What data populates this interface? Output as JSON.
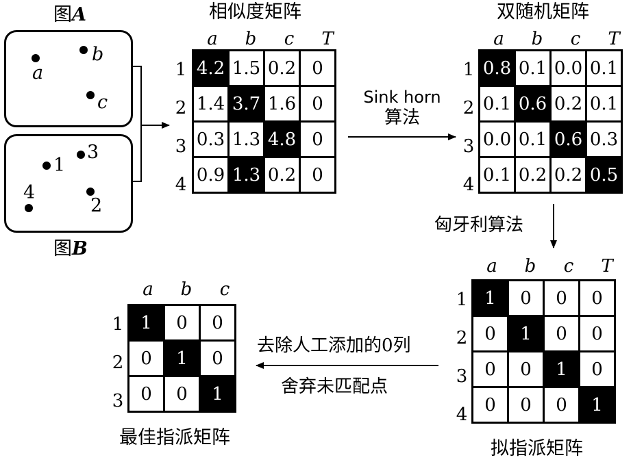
{
  "figureA": {
    "title_prefix": "图",
    "title_letter": "A",
    "points": [
      "a",
      "b",
      "c"
    ]
  },
  "figureB": {
    "title_prefix": "图",
    "title_letter": "B",
    "points": [
      "1",
      "3",
      "4",
      "2"
    ]
  },
  "similarity": {
    "title": "相似度矩阵",
    "cols": [
      "a",
      "b",
      "c",
      "T"
    ],
    "rows": [
      "1",
      "2",
      "3",
      "4"
    ],
    "cells": [
      [
        "4.2",
        "1.5",
        "0.2",
        "0"
      ],
      [
        "1.4",
        "3.7",
        "1.6",
        "0"
      ],
      [
        "0.3",
        "1.3",
        "4.8",
        "0"
      ],
      [
        "0.9",
        "1.3",
        "0.2",
        "0"
      ]
    ],
    "highlight": [
      [
        0,
        0
      ],
      [
        1,
        1
      ],
      [
        2,
        2
      ],
      [
        3,
        1
      ]
    ]
  },
  "doubly_stochastic": {
    "title": "双随机矩阵",
    "cols": [
      "a",
      "b",
      "c",
      "T"
    ],
    "rows": [
      "1",
      "2",
      "3",
      "4"
    ],
    "cells": [
      [
        "0.8",
        "0.1",
        "0.0",
        "0.1"
      ],
      [
        "0.1",
        "0.6",
        "0.2",
        "0.1"
      ],
      [
        "0.0",
        "0.1",
        "0.6",
        "0.3"
      ],
      [
        "0.1",
        "0.2",
        "0.2",
        "0.5"
      ]
    ],
    "highlight": [
      [
        0,
        0
      ],
      [
        1,
        1
      ],
      [
        2,
        2
      ],
      [
        3,
        3
      ]
    ]
  },
  "proposed_assignment": {
    "title": "拟指派矩阵",
    "cols": [
      "a",
      "b",
      "c",
      "T"
    ],
    "rows": [
      "1",
      "2",
      "3",
      "4"
    ],
    "cells": [
      [
        "1",
        "0",
        "0",
        "0"
      ],
      [
        "0",
        "1",
        "0",
        "0"
      ],
      [
        "0",
        "0",
        "1",
        "0"
      ],
      [
        "0",
        "0",
        "0",
        "1"
      ]
    ],
    "highlight": [
      [
        0,
        0
      ],
      [
        1,
        1
      ],
      [
        2,
        2
      ],
      [
        3,
        3
      ]
    ]
  },
  "optimal_assignment": {
    "title": "最佳指派矩阵",
    "cols": [
      "a",
      "b",
      "c"
    ],
    "rows": [
      "1",
      "2",
      "3"
    ],
    "cells": [
      [
        "1",
        "0",
        "0"
      ],
      [
        "0",
        "1",
        "0"
      ],
      [
        "0",
        "0",
        "1"
      ]
    ],
    "highlight": [
      [
        0,
        0
      ],
      [
        1,
        1
      ],
      [
        2,
        2
      ]
    ]
  },
  "arrows": {
    "sinkhorn_line1": "Sink horn",
    "sinkhorn_line2": "算法",
    "hungarian": "匈牙利算法",
    "remove_line1": "去除人工添加的0列",
    "remove_line2": "舍弃未匹配点"
  }
}
